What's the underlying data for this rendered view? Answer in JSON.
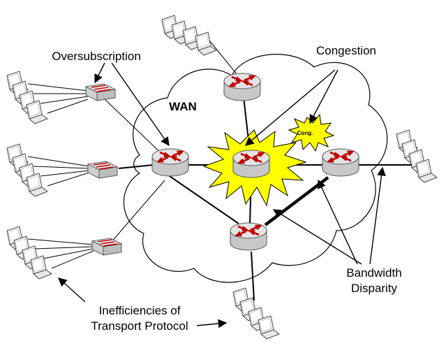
{
  "labels": {
    "oversubscription": "Oversubscription",
    "congestion": "Congestion",
    "wan": "WAN",
    "cong_burst": "Cong.",
    "bandwidth_line1": "Bandwidth",
    "bandwidth_line2": "Disparity",
    "inefficiencies_line1": "Inefficiencies of",
    "inefficiencies_line2": "Transport Protocol"
  },
  "colors": {
    "router_body": "#d9d9d9",
    "router_arrow": "#c00000",
    "switch_body": "#d9d9d9",
    "burst_fill": "#ffff00",
    "laptop_screen": "#ffffff"
  },
  "icons": {
    "router": "router-icon",
    "switch": "switch-icon",
    "laptop": "laptop-icon",
    "burst": "congestion-burst-icon",
    "cloud": "cloud-icon"
  }
}
